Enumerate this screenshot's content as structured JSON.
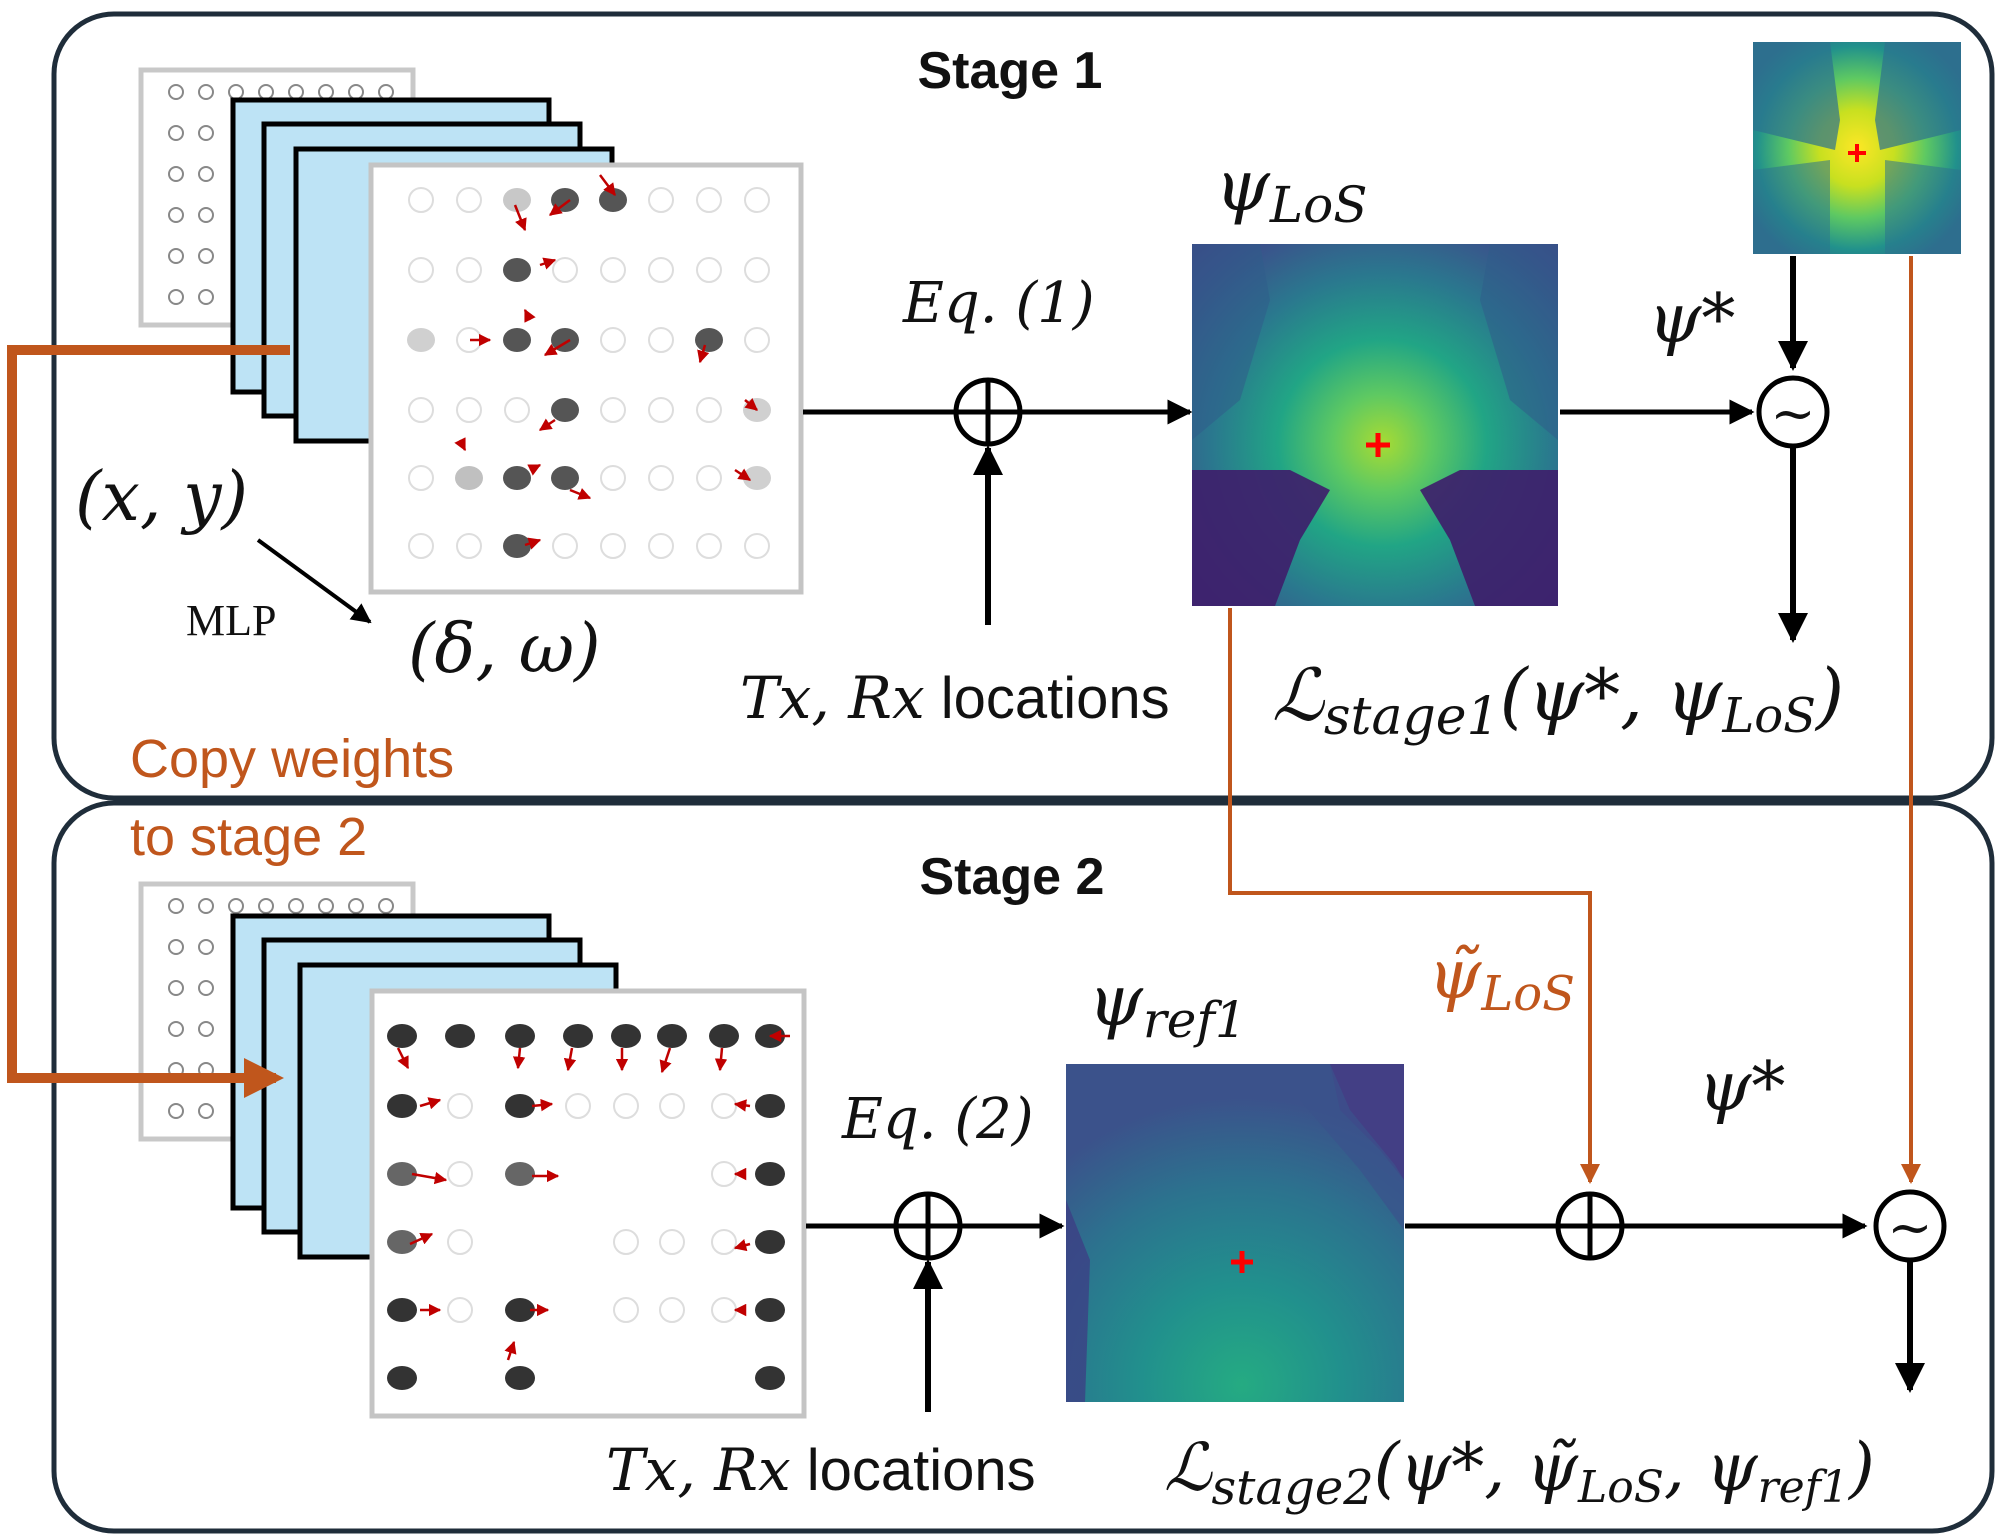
{
  "stage1": {
    "title": "Stage 1",
    "input_label": "(x, y)",
    "mlp_label": "MLP",
    "params_label": "(δ, ω)",
    "eq_label": "Eq. (1)",
    "txrx_math": "Tx, Rx",
    "txrx_text": " locations",
    "psi_los_label": "ψ",
    "psi_los_sub": "LoS",
    "psi_star_label": "ψ*",
    "loss_script": "ℒ",
    "loss_sub": "stage1",
    "loss_args": "(ψ*, ψ",
    "loss_args_sub": "LoS",
    "loss_close": ")",
    "approx_symbol": "~"
  },
  "stage2": {
    "title": "Stage 2",
    "eq_label": "Eq. (2)",
    "txrx_math": "Tx, Rx",
    "txrx_text": " locations",
    "psi_ref_label": "ψ",
    "psi_ref_sub": "ref1",
    "psi_tilde_label": "ψ̃",
    "psi_tilde_sub": "LoS",
    "psi_star_label": "ψ*",
    "loss_script": "ℒ",
    "loss_sub": "stage2",
    "loss_args_a": "(ψ*, ψ̃",
    "loss_args_a_sub": "LoS",
    "loss_args_b": ", ψ",
    "loss_args_b_sub": "ref1",
    "loss_close": ")",
    "approx_symbol": "~"
  },
  "copy_weights": {
    "line1": "Copy weights",
    "line2": "to stage 2"
  },
  "colors": {
    "orange": "#c0561c",
    "arrow_red": "#c00000",
    "frame_blue": "#bde3f5",
    "panel_border": "#1f2d3a"
  }
}
